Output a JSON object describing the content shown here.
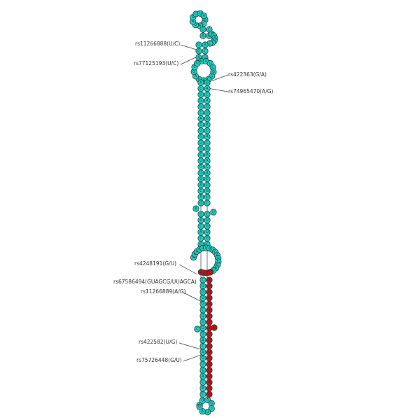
{
  "diagram": {
    "type": "rna-secondary-structure",
    "colors": {
      "base": "#1fd3c6",
      "highlight": "#cc1111",
      "outline": "#1a3a3a",
      "backbone": "#3a3a3a",
      "label": "#333333"
    },
    "snp_labels": [
      {
        "id": "rs11266888",
        "text": "rs11266888(U/C)"
      },
      {
        "id": "rs77125193",
        "text": "rs77125193(U/C)"
      },
      {
        "id": "rs422363",
        "text": "rs422363(G/A)"
      },
      {
        "id": "rs74965470",
        "text": "rs74965470(A/G)"
      },
      {
        "id": "rs4248191",
        "text": "rs4248191(G/U)"
      },
      {
        "id": "rs67586494",
        "text": "rs67586494(GUAGCG/UUAGCA)"
      },
      {
        "id": "rs11266889",
        "text": "rs11266889(A/G)"
      },
      {
        "id": "rs422582",
        "text": "rs422582(U/G)"
      },
      {
        "id": "rs75726448",
        "text": "rs75726448(G/U)"
      }
    ]
  }
}
